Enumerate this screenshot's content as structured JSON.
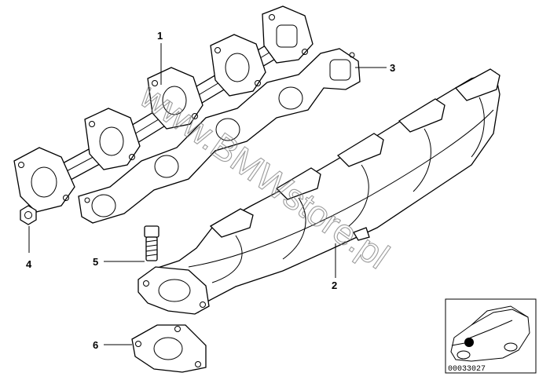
{
  "callouts": [
    {
      "id": "1",
      "label": "1"
    },
    {
      "id": "2",
      "label": "2"
    },
    {
      "id": "3",
      "label": "3"
    },
    {
      "id": "4",
      "label": "4"
    },
    {
      "id": "5",
      "label": "5"
    },
    {
      "id": "6",
      "label": "6"
    }
  ],
  "watermark": "www.BMWstore.pl",
  "thumbnail": {
    "reference_number": "00033027"
  }
}
